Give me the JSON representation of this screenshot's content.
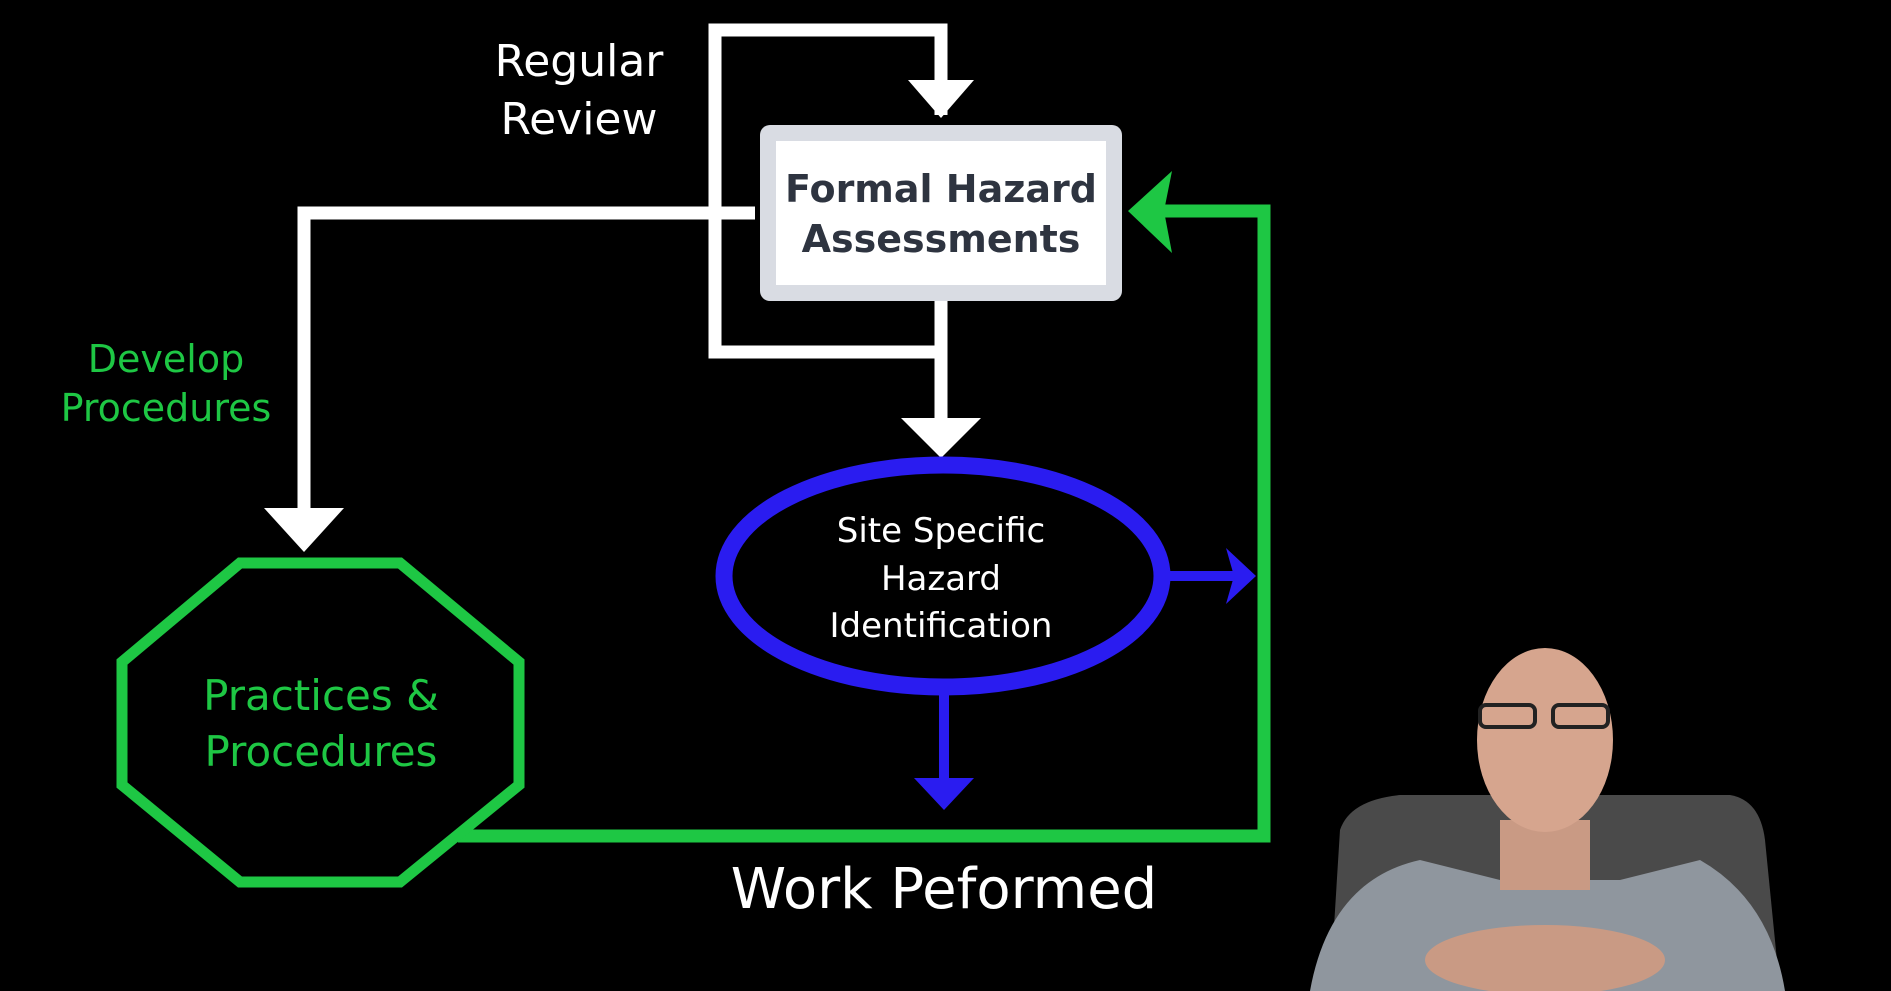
{
  "labels": {
    "regular_review": [
      "Regular",
      "Review"
    ],
    "formal_hazard": [
      "Formal Hazard",
      "Assessments"
    ],
    "develop_procedures": [
      "Develop",
      "Procedures"
    ],
    "site_specific": [
      "Site Specific",
      "Hazard",
      "Identification"
    ],
    "practices": [
      "Practices &",
      "Procedures"
    ],
    "work_performed": "Work Peformed"
  },
  "colors": {
    "background": "#000000",
    "white": "#ffffff",
    "green": "#1ec744",
    "blue": "#2a1cf0",
    "box_border": "#d9dce3",
    "box_text": "#2e3440"
  }
}
